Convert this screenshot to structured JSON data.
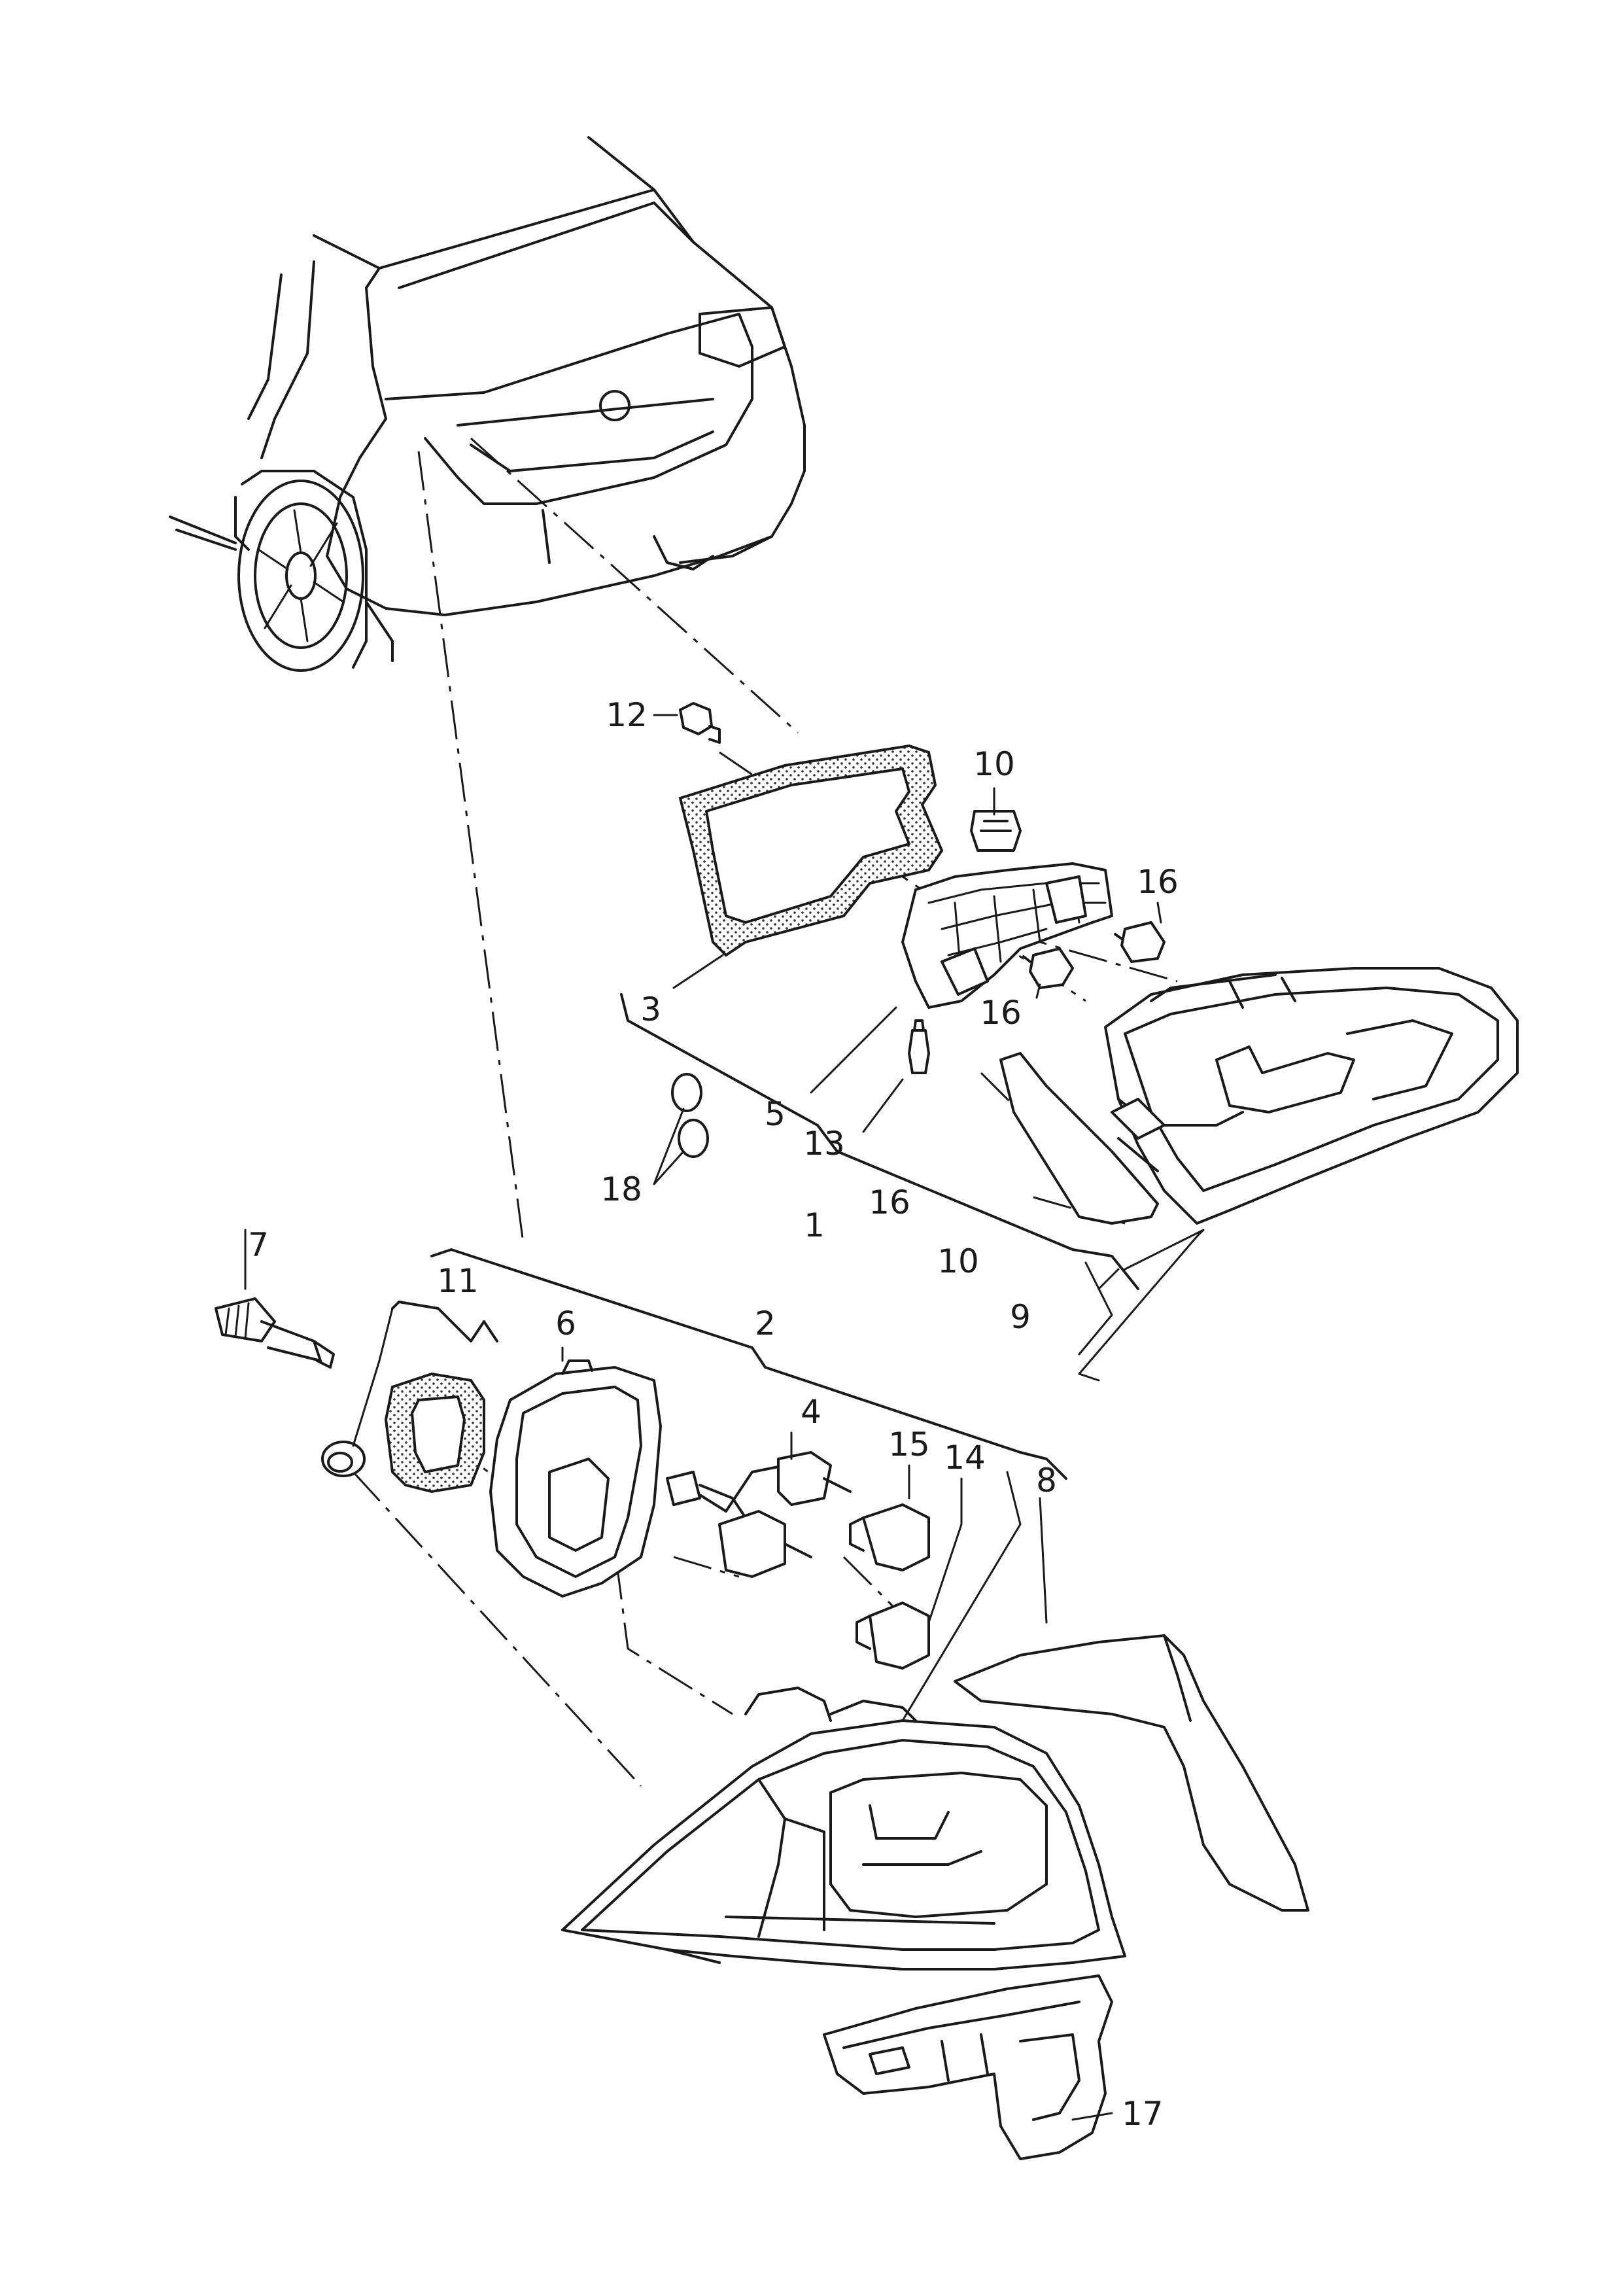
{
  "callouts": [
    {
      "id": "1",
      "label": "1"
    },
    {
      "id": "2",
      "label": "2"
    },
    {
      "id": "3",
      "label": "3"
    },
    {
      "id": "4",
      "label": "4"
    },
    {
      "id": "5",
      "label": "5"
    },
    {
      "id": "6",
      "label": "6"
    },
    {
      "id": "7",
      "label": "7"
    },
    {
      "id": "8",
      "label": "8"
    },
    {
      "id": "9",
      "label": "9"
    },
    {
      "id": "10a",
      "label": "10"
    },
    {
      "id": "10b",
      "label": "10"
    },
    {
      "id": "11",
      "label": "11"
    },
    {
      "id": "12",
      "label": "12"
    },
    {
      "id": "13",
      "label": "13"
    },
    {
      "id": "14",
      "label": "14"
    },
    {
      "id": "15",
      "label": "15"
    },
    {
      "id": "16a",
      "label": "16"
    },
    {
      "id": "16b",
      "label": "16"
    },
    {
      "id": "16c",
      "label": "16"
    },
    {
      "id": "17",
      "label": "17"
    },
    {
      "id": "18",
      "label": "18"
    }
  ]
}
